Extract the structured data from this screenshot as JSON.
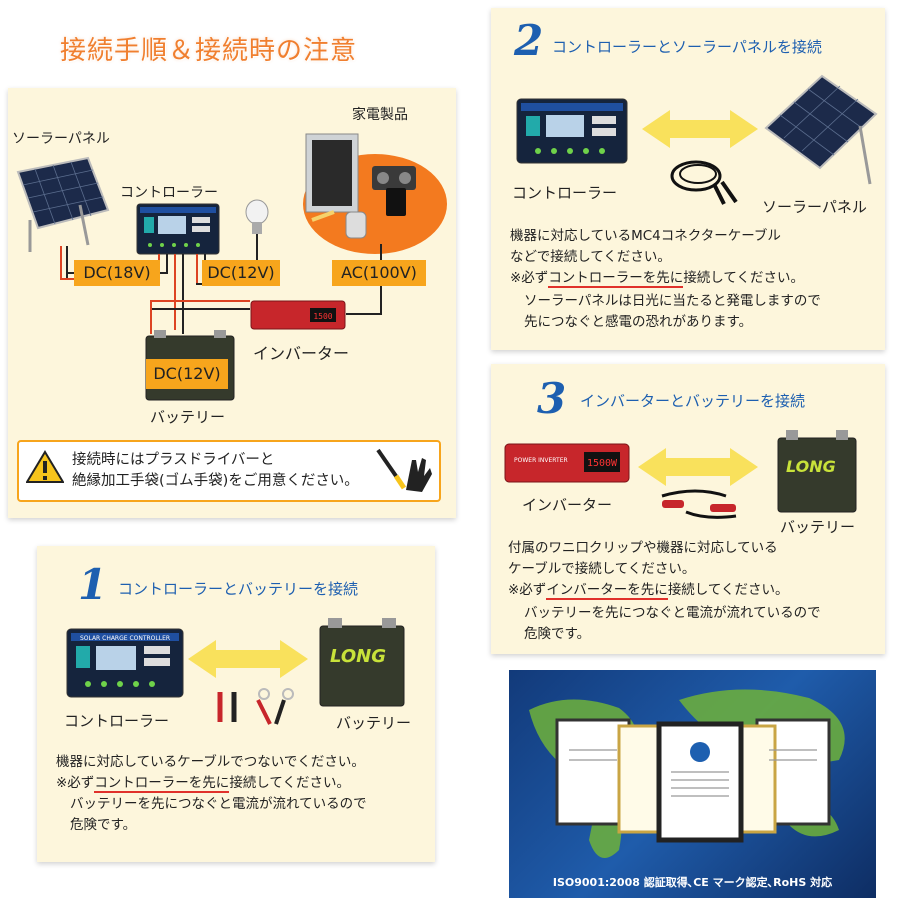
{
  "header": {
    "title": "接続手順＆接続時の注意"
  },
  "overview": {
    "solar_panel": "ソーラーパネル",
    "controller": "コントローラー",
    "appliances": "家電製品",
    "inverter": "インバーター",
    "battery": "バッテリー",
    "dc18": "DC(18V)",
    "dc12_ctrl": "DC(12V)",
    "ac100": "AC(100V)",
    "dc12_batt": "DC(12V)",
    "warning_line1": "接続時にはプラスドライバーと",
    "warning_line2": "絶縁加工手袋(ゴム手袋)をご用意ください。"
  },
  "devices": {
    "controller_brand": "SOLAR CHARGE CONTROLLER",
    "battery_brand": "LONG",
    "inverter_brand": "POWER INVERTER",
    "inverter_model": "1500W"
  },
  "step1": {
    "number": "1",
    "title": "コントローラーとバッテリーを接続",
    "left_label": "コントローラー",
    "right_label": "バッテリー",
    "line1": "機器に対応しているケーブルでつないでください。",
    "line2_pre": "※必ず",
    "line2_ul": "コントローラーを先に",
    "line2_post": "接続してください。",
    "line3": "バッテリーを先につなぐと電流が流れているので",
    "line4": "危険です。"
  },
  "step2": {
    "number": "2",
    "title": "コントローラーとソーラーパネルを接続",
    "left_label": "コントローラー",
    "right_label": "ソーラーパネル",
    "line1": "機器に対応しているMC4コネクターケーブル",
    "line2": "などで接続してください。",
    "line3_pre": "※必ず",
    "line3_ul": "コントローラーを先に",
    "line3_post": "接続してください。",
    "line4": "ソーラーパネルは日光に当たると発電しますので",
    "line5": "先につなぐと感電の恐れがあります。"
  },
  "step3": {
    "number": "3",
    "title": "インバーターとバッテリーを接続",
    "left_label": "インバーター",
    "right_label": "バッテリー",
    "line1": "付属のワニ口クリップや機器に対応している",
    "line2": "ケーブルで接続してください。",
    "line3_pre": "※必ず",
    "line3_ul": "インバーターを先に",
    "line3_post": "接続してください。",
    "line4": "バッテリーを先につなぐと電流が流れているので",
    "line5": "危険です。"
  },
  "cert": {
    "caption": "ISO9001:2008 認証取得､CE マーク認定､RoHS 対応"
  },
  "colors": {
    "orange": "#f7a51c",
    "blue": "#1d5fb0",
    "red": "#e0312b",
    "panel_bg": "#fdf6dc"
  }
}
